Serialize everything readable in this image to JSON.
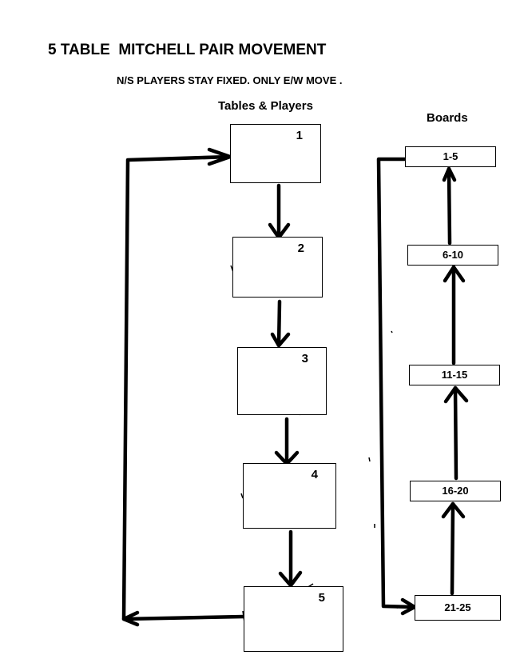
{
  "title": "5 TABLE  MITCHELL PAIR MOVEMENT",
  "subtitle": "N/S PLAYERS STAY FIXED. ONLY E/W MOVE .",
  "tables_heading": "Tables & Players",
  "boards_heading": "Boards",
  "tables": [
    "1",
    "2",
    "3",
    "4",
    "5"
  ],
  "boards": [
    "1-5",
    "6-10",
    "11-15",
    "16-20",
    "21-25"
  ],
  "colors": {
    "ink": "#000000",
    "background": "#ffffff"
  }
}
